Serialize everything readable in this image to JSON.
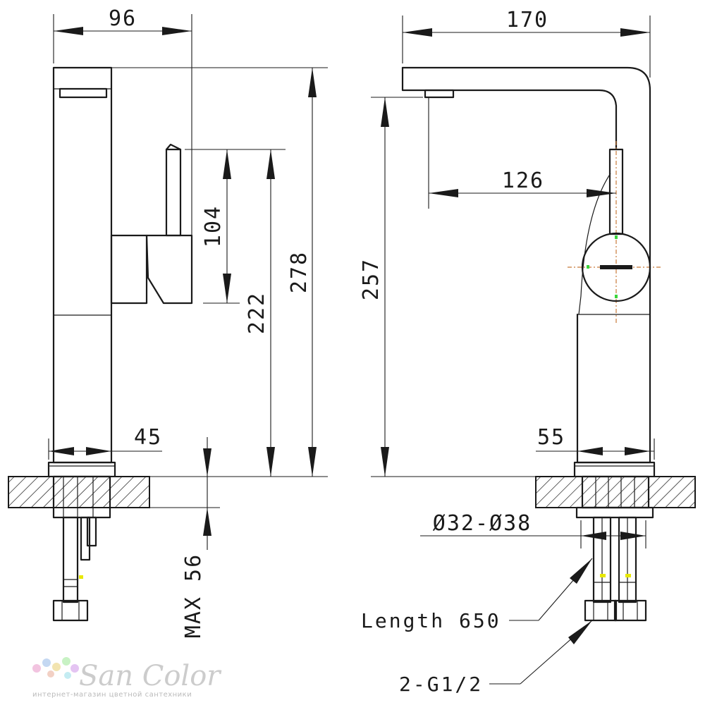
{
  "dimensions": {
    "side_width": "96",
    "front_width": "170",
    "lever_height": "104",
    "lever_base_height": "222",
    "total_height": "278",
    "spout_height": "257",
    "spout_reach": "126",
    "base_width_side": "45",
    "base_width_front": "55",
    "max_counter": "MAX 56",
    "hole_diameter": "Ø32-Ø38"
  },
  "labels": {
    "hose_length": "Length 650",
    "connection": "2-G1/2"
  },
  "watermark": {
    "brand": "San Color",
    "tagline": "интернет-магазин цветной сантехники"
  },
  "colors": {
    "line": "#1a1a1a",
    "centerline": "#c77a3a",
    "marker": "#e8e800",
    "watermark": "#cccccc"
  }
}
